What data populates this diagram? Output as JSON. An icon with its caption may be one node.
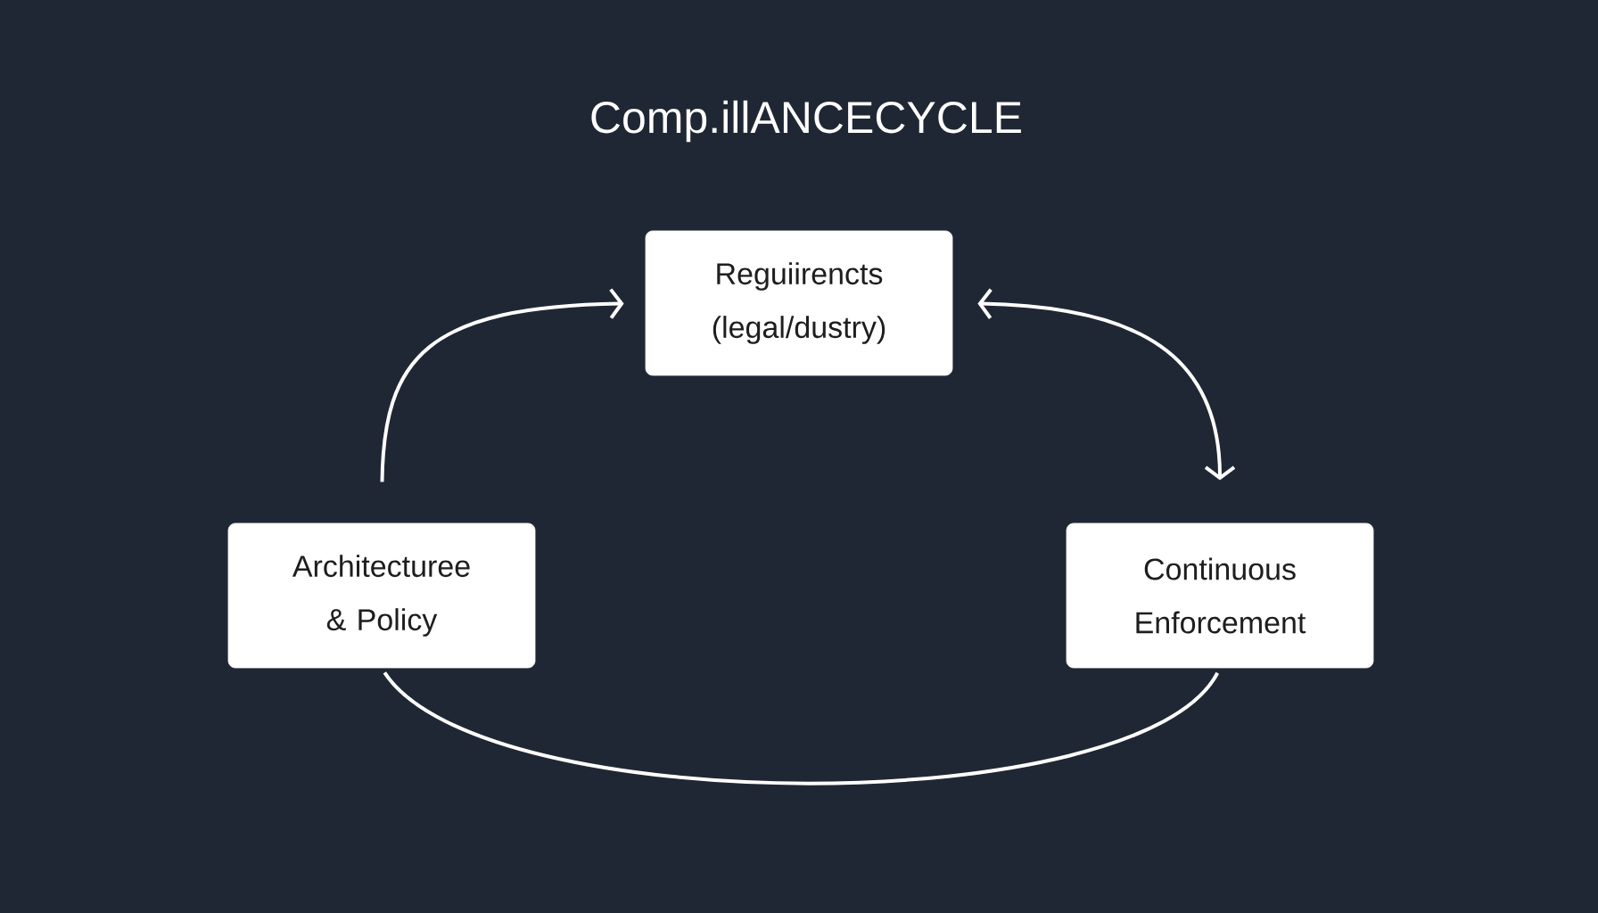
{
  "diagram": {
    "title": "Comp.illANCECYCLE",
    "nodes": [
      {
        "text": [
          "Reguiirencts (legal/dustry)"
        ]
      },
      {
        "text": [
          "Architecturee & Policy"
        ]
      },
      {
        "text": [
          "Continuous Enforcement"
        ]
      }
    ],
    "edges": [
      {
        "from": 1,
        "to": 0,
        "arrow": "to"
      },
      {
        "from": 0,
        "to": 2,
        "arrow": "both"
      },
      {
        "from": 1,
        "to": 2,
        "arrow": "none"
      }
    ]
  }
}
